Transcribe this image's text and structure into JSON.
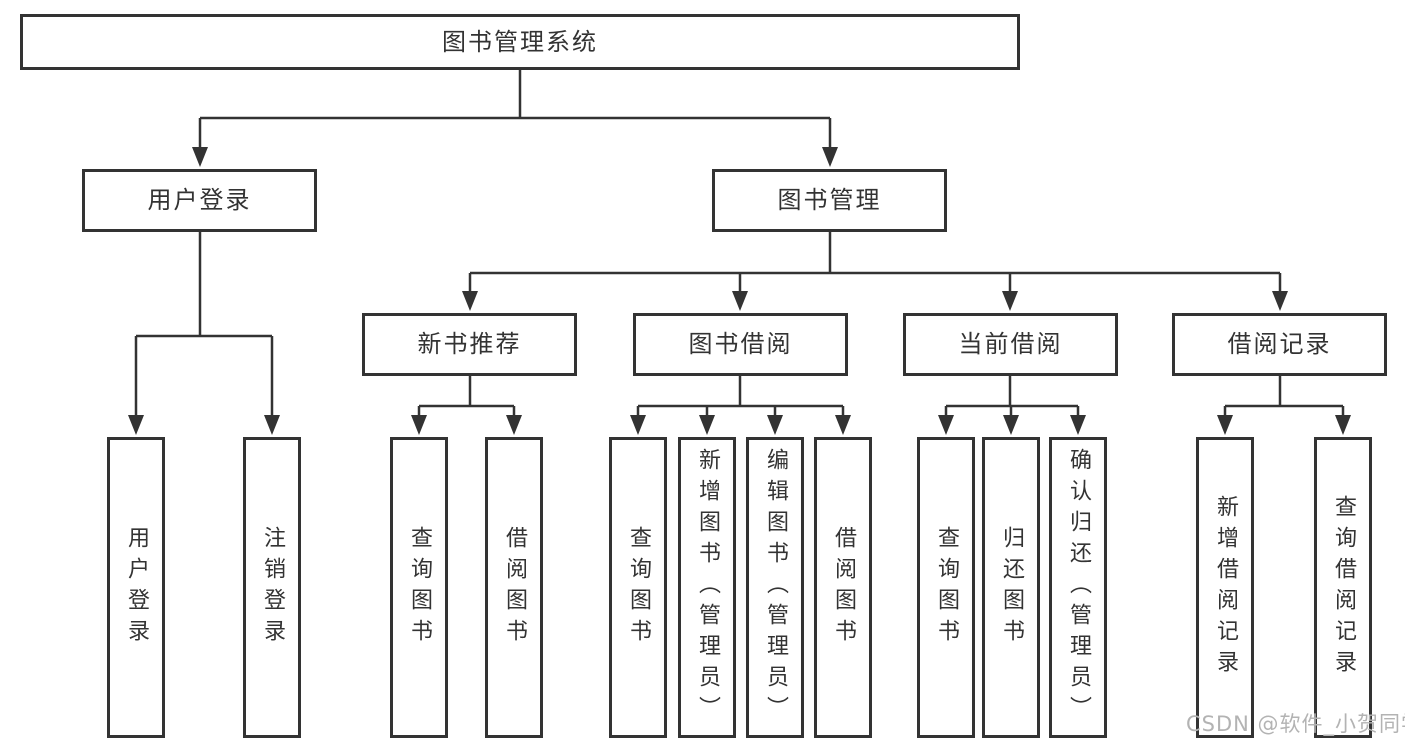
{
  "tree": {
    "root": "图书管理系统",
    "branches": [
      {
        "label": "用户登录",
        "children": [
          "用户登录",
          "注销登录"
        ]
      },
      {
        "label": "图书管理",
        "sections": [
          {
            "label": "新书推荐",
            "children": [
              "查询图书",
              "借阅图书"
            ]
          },
          {
            "label": "图书借阅",
            "children": [
              "查询图书",
              "新增图书（管理员）",
              "编辑图书（管理员）",
              "借阅图书"
            ]
          },
          {
            "label": "当前借阅",
            "children": [
              "查询图书",
              "归还图书",
              "确认归还（管理员）"
            ]
          },
          {
            "label": "借阅记录",
            "children": [
              "新增借阅记录",
              "查询借阅记录"
            ]
          }
        ]
      }
    ]
  },
  "watermark": "CSDN @软件_小贺同学",
  "colors": {
    "line": "#333333",
    "text": "#333333",
    "box_background": "#ffffff",
    "watermark": "#b3b3b3"
  }
}
